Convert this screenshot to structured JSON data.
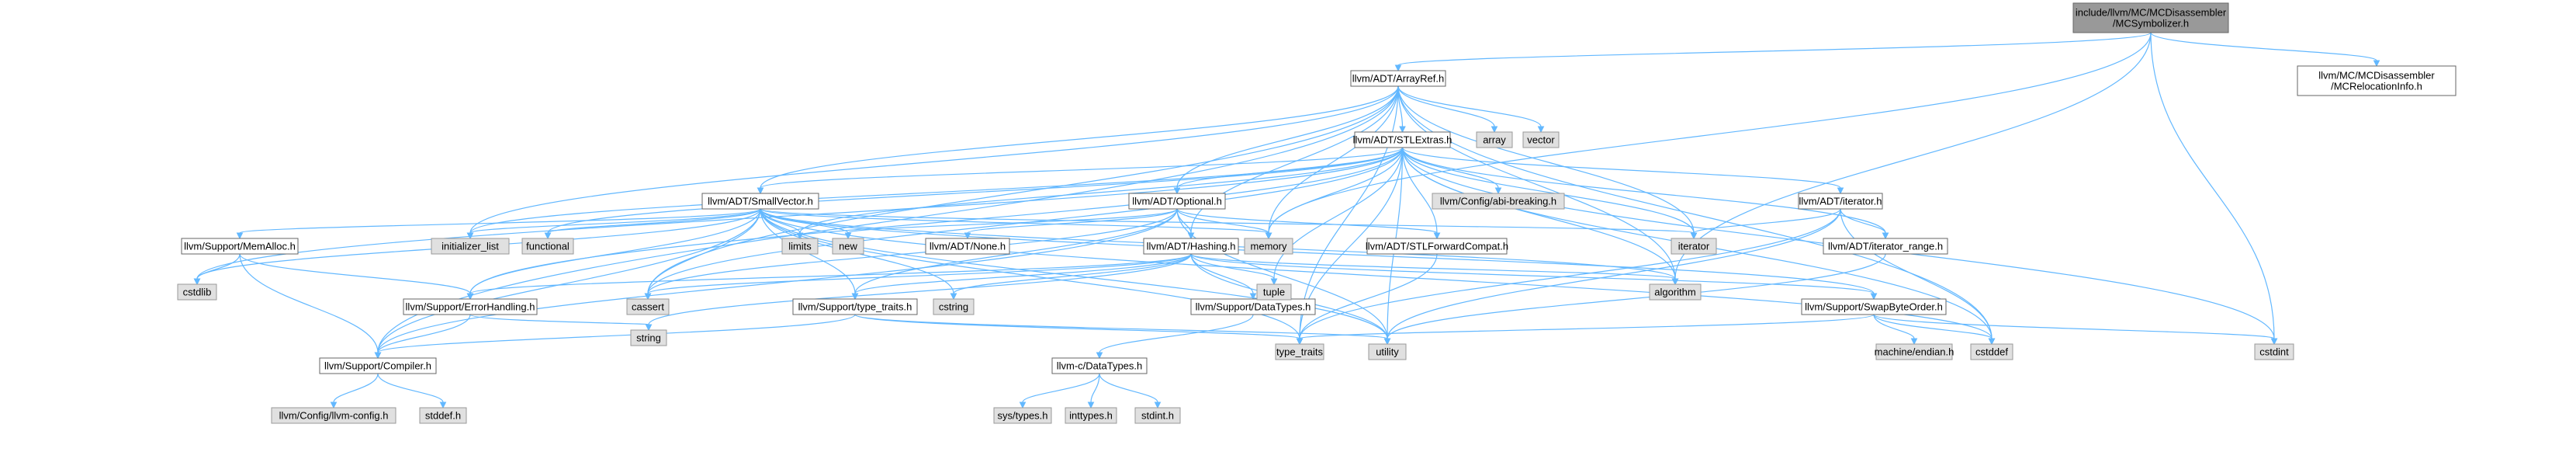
{
  "nodes": {
    "root": [
      "include/llvm/MC/MCDisassembler",
      "/MCSymbolizer.h"
    ],
    "arrayref": [
      "llvm/ADT/ArrayRef.h"
    ],
    "mcreloc": [
      "llvm/MC/MCDisassembler",
      "/MCRelocationInfo.h"
    ],
    "stlextras": [
      "llvm/ADT/STLExtras.h"
    ],
    "array": [
      "array"
    ],
    "vector": [
      "vector"
    ],
    "smallvector": [
      "llvm/ADT/SmallVector.h"
    ],
    "optional": [
      "llvm/ADT/Optional.h"
    ],
    "abibreaking": [
      "llvm/Config/abi-breaking.h"
    ],
    "iteratorh": [
      "llvm/ADT/iterator.h"
    ],
    "memalloc": [
      "llvm/Support/MemAlloc.h"
    ],
    "initlist": [
      "initializer_list"
    ],
    "functional": [
      "functional"
    ],
    "limits": [
      "limits"
    ],
    "new": [
      "new"
    ],
    "noneh": [
      "llvm/ADT/None.h"
    ],
    "memory": [
      "memory"
    ],
    "iterator": [
      "iterator"
    ],
    "stlfwd": [
      "llvm/ADT/STLForwardCompat.h"
    ],
    "iterrange": [
      "llvm/ADT/iterator_range.h"
    ],
    "hashing": [
      "llvm/ADT/Hashing.h"
    ],
    "cstdlib": [
      "cstdlib"
    ],
    "errhandling": [
      "llvm/Support/ErrorHandling.h"
    ],
    "cassert": [
      "cassert"
    ],
    "typetraitsh": [
      "llvm/Support/type_traits.h"
    ],
    "cstring": [
      "cstring"
    ],
    "datatypes": [
      "llvm/Support/DataTypes.h"
    ],
    "tuple": [
      "tuple"
    ],
    "algorithm": [
      "algorithm"
    ],
    "swapbyte": [
      "llvm/Support/SwapByteOrder.h"
    ],
    "compiler": [
      "llvm/Support/Compiler.h"
    ],
    "string": [
      "string"
    ],
    "type_traits": [
      "type_traits"
    ],
    "utility": [
      "utility"
    ],
    "cdatatypes": [
      "llvm-c/DataTypes.h"
    ],
    "machineendian": [
      "machine/endian.h"
    ],
    "cstddef": [
      "cstddef"
    ],
    "cstdint": [
      "cstdint"
    ],
    "llvmconfig": [
      "llvm/Config/llvm-config.h"
    ],
    "stddef": [
      "stddef.h"
    ],
    "systypes": [
      "sys/types.h"
    ],
    "inttypes": [
      "inttypes.h"
    ],
    "stdint": [
      "stdint.h"
    ]
  },
  "colors": {
    "edge": "#63b8ff",
    "root_fill": "#999999",
    "system_fill": "#e0e0e0",
    "doc_fill": "#ffffff",
    "border": "#666666"
  }
}
